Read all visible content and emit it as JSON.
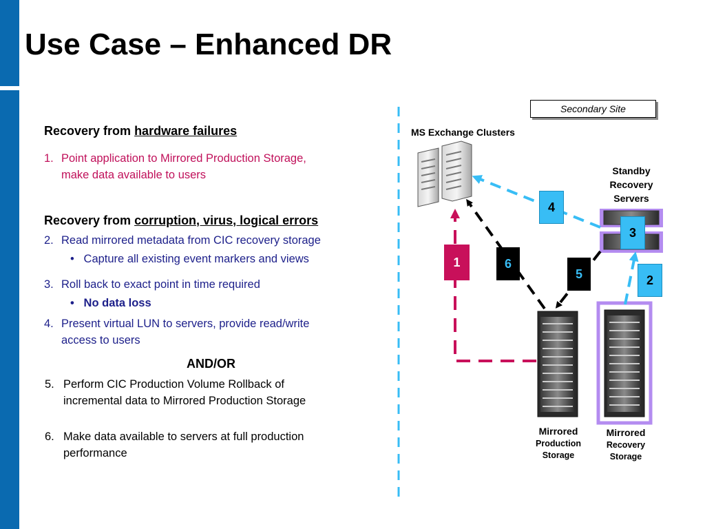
{
  "title": "Use Case – Enhanced DR",
  "left": {
    "hw_heading_prefix": "Recovery from ",
    "hw_heading_link": "hardware failures",
    "hw_item": {
      "num": "1.",
      "line1": "Point application to Mirrored Production Storage,",
      "line2": "make data available to users"
    },
    "corr_heading_prefix": "Recovery from ",
    "corr_heading_link": "corruption, virus, logical errors",
    "item2": {
      "num": "2.",
      "text": "Read mirrored metadata from CIC recovery storage"
    },
    "item2_bullet": "Capture all existing event markers and views",
    "item3": {
      "num": "3.",
      "text": "Roll back to exact point in time required"
    },
    "item3_bullet": "No data loss",
    "item4": {
      "num": "4.",
      "line1": "Present virtual LUN to servers, provide read/write",
      "line2": "access to users"
    },
    "andor": "AND/OR",
    "item5": {
      "num": "5.",
      "line1": "Perform CIC Production Volume Rollback of",
      "line2": "incremental data to Mirrored Production Storage"
    },
    "item6": {
      "num": "6.",
      "line1": "Make data available to servers at full production",
      "line2": "performance"
    }
  },
  "diagram": {
    "secondary_site": "Secondary Site",
    "ms_exchange": "MS Exchange Clusters",
    "standby": [
      "Standby",
      "Recovery",
      "Servers"
    ],
    "mirrored_prod": [
      "Mirrored",
      "Production",
      "Storage"
    ],
    "mirrored_rec": [
      "Mirrored",
      "Recovery",
      "Storage"
    ],
    "steps": {
      "s1": "1",
      "s2": "2",
      "s3": "3",
      "s4": "4",
      "s5": "5",
      "s6": "6"
    },
    "colors": {
      "magenta": "#c8105a",
      "cyan": "#38bdf5",
      "black": "#000000",
      "purple": "#b48cf0",
      "sidebar": "#0a6ab0"
    }
  }
}
